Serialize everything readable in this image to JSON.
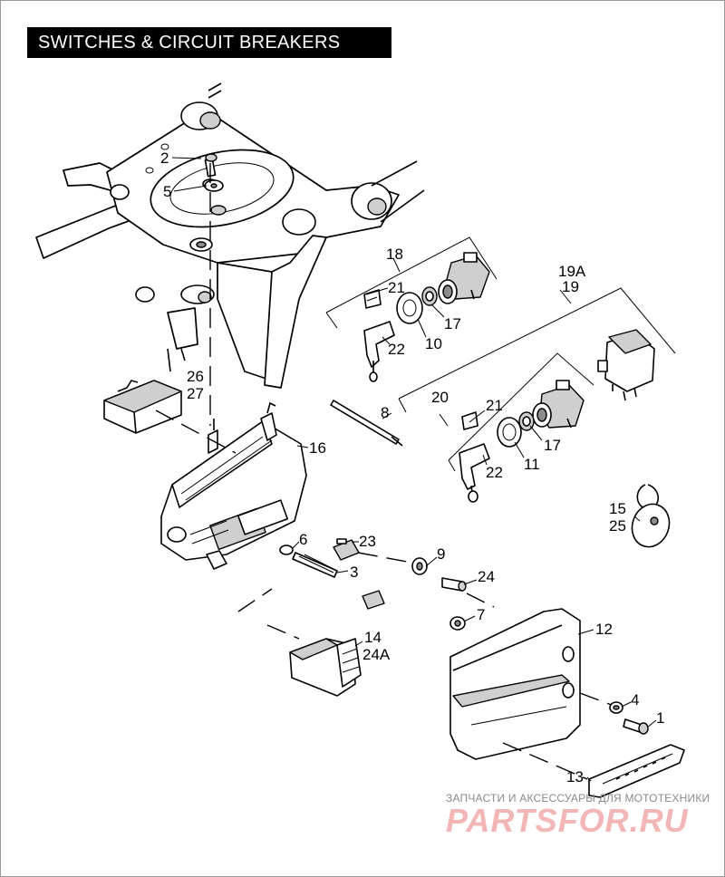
{
  "title": "SWITCHES & CIRCUIT BREAKERS",
  "callouts": {
    "c1": "1",
    "c2": "2",
    "c3": "3",
    "c4": "4",
    "c5": "5",
    "c6": "6",
    "c7": "7",
    "c8": "8",
    "c9": "9",
    "c10": "10",
    "c11": "11",
    "c12": "12",
    "c13": "13",
    "c14": "14",
    "c24a": "24A",
    "c15": "15",
    "c25": "25",
    "c16": "16",
    "c17a": "17",
    "c17b": "17",
    "c18": "18",
    "c19a": "19A",
    "c19": "19",
    "c20": "20",
    "c21a": "21",
    "c21b": "21",
    "c22a": "22",
    "c22b": "22",
    "c23": "23",
    "c24": "24",
    "c26": "26",
    "c27": "27"
  },
  "watermark": {
    "line1": "ЗАПЧАСТИ И АКСЕССУАРЫ ДЛЯ МОТОТЕХНИКИ",
    "logo": "PARTSFOR.RU"
  }
}
